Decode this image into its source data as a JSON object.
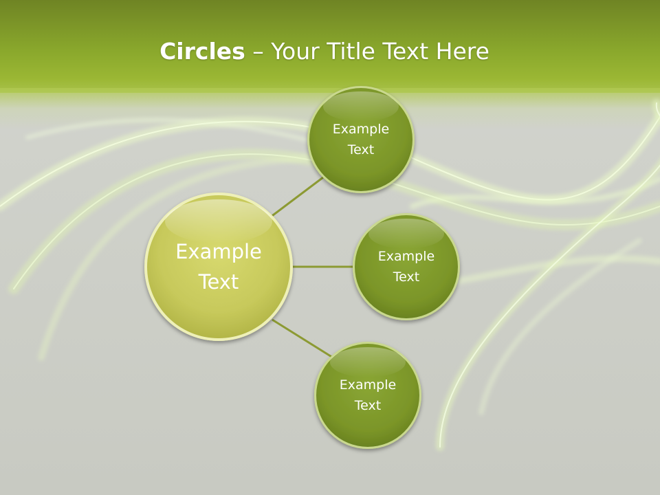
{
  "title": {
    "bold": "Circles",
    "separator": " – ",
    "rest": "Your Title Text Here"
  },
  "diagram": {
    "center": {
      "line1": "Example",
      "line2": "Text"
    },
    "nodes": [
      {
        "line1": "Example",
        "line2": "Text"
      },
      {
        "line1": "Example",
        "line2": "Text"
      },
      {
        "line1": "Example",
        "line2": "Text"
      }
    ]
  },
  "colors": {
    "header_green": "#8aa82c",
    "center_circle": "#c9cc5e",
    "node_circle": "#7f9a2a",
    "connector": "#8c9a33"
  }
}
